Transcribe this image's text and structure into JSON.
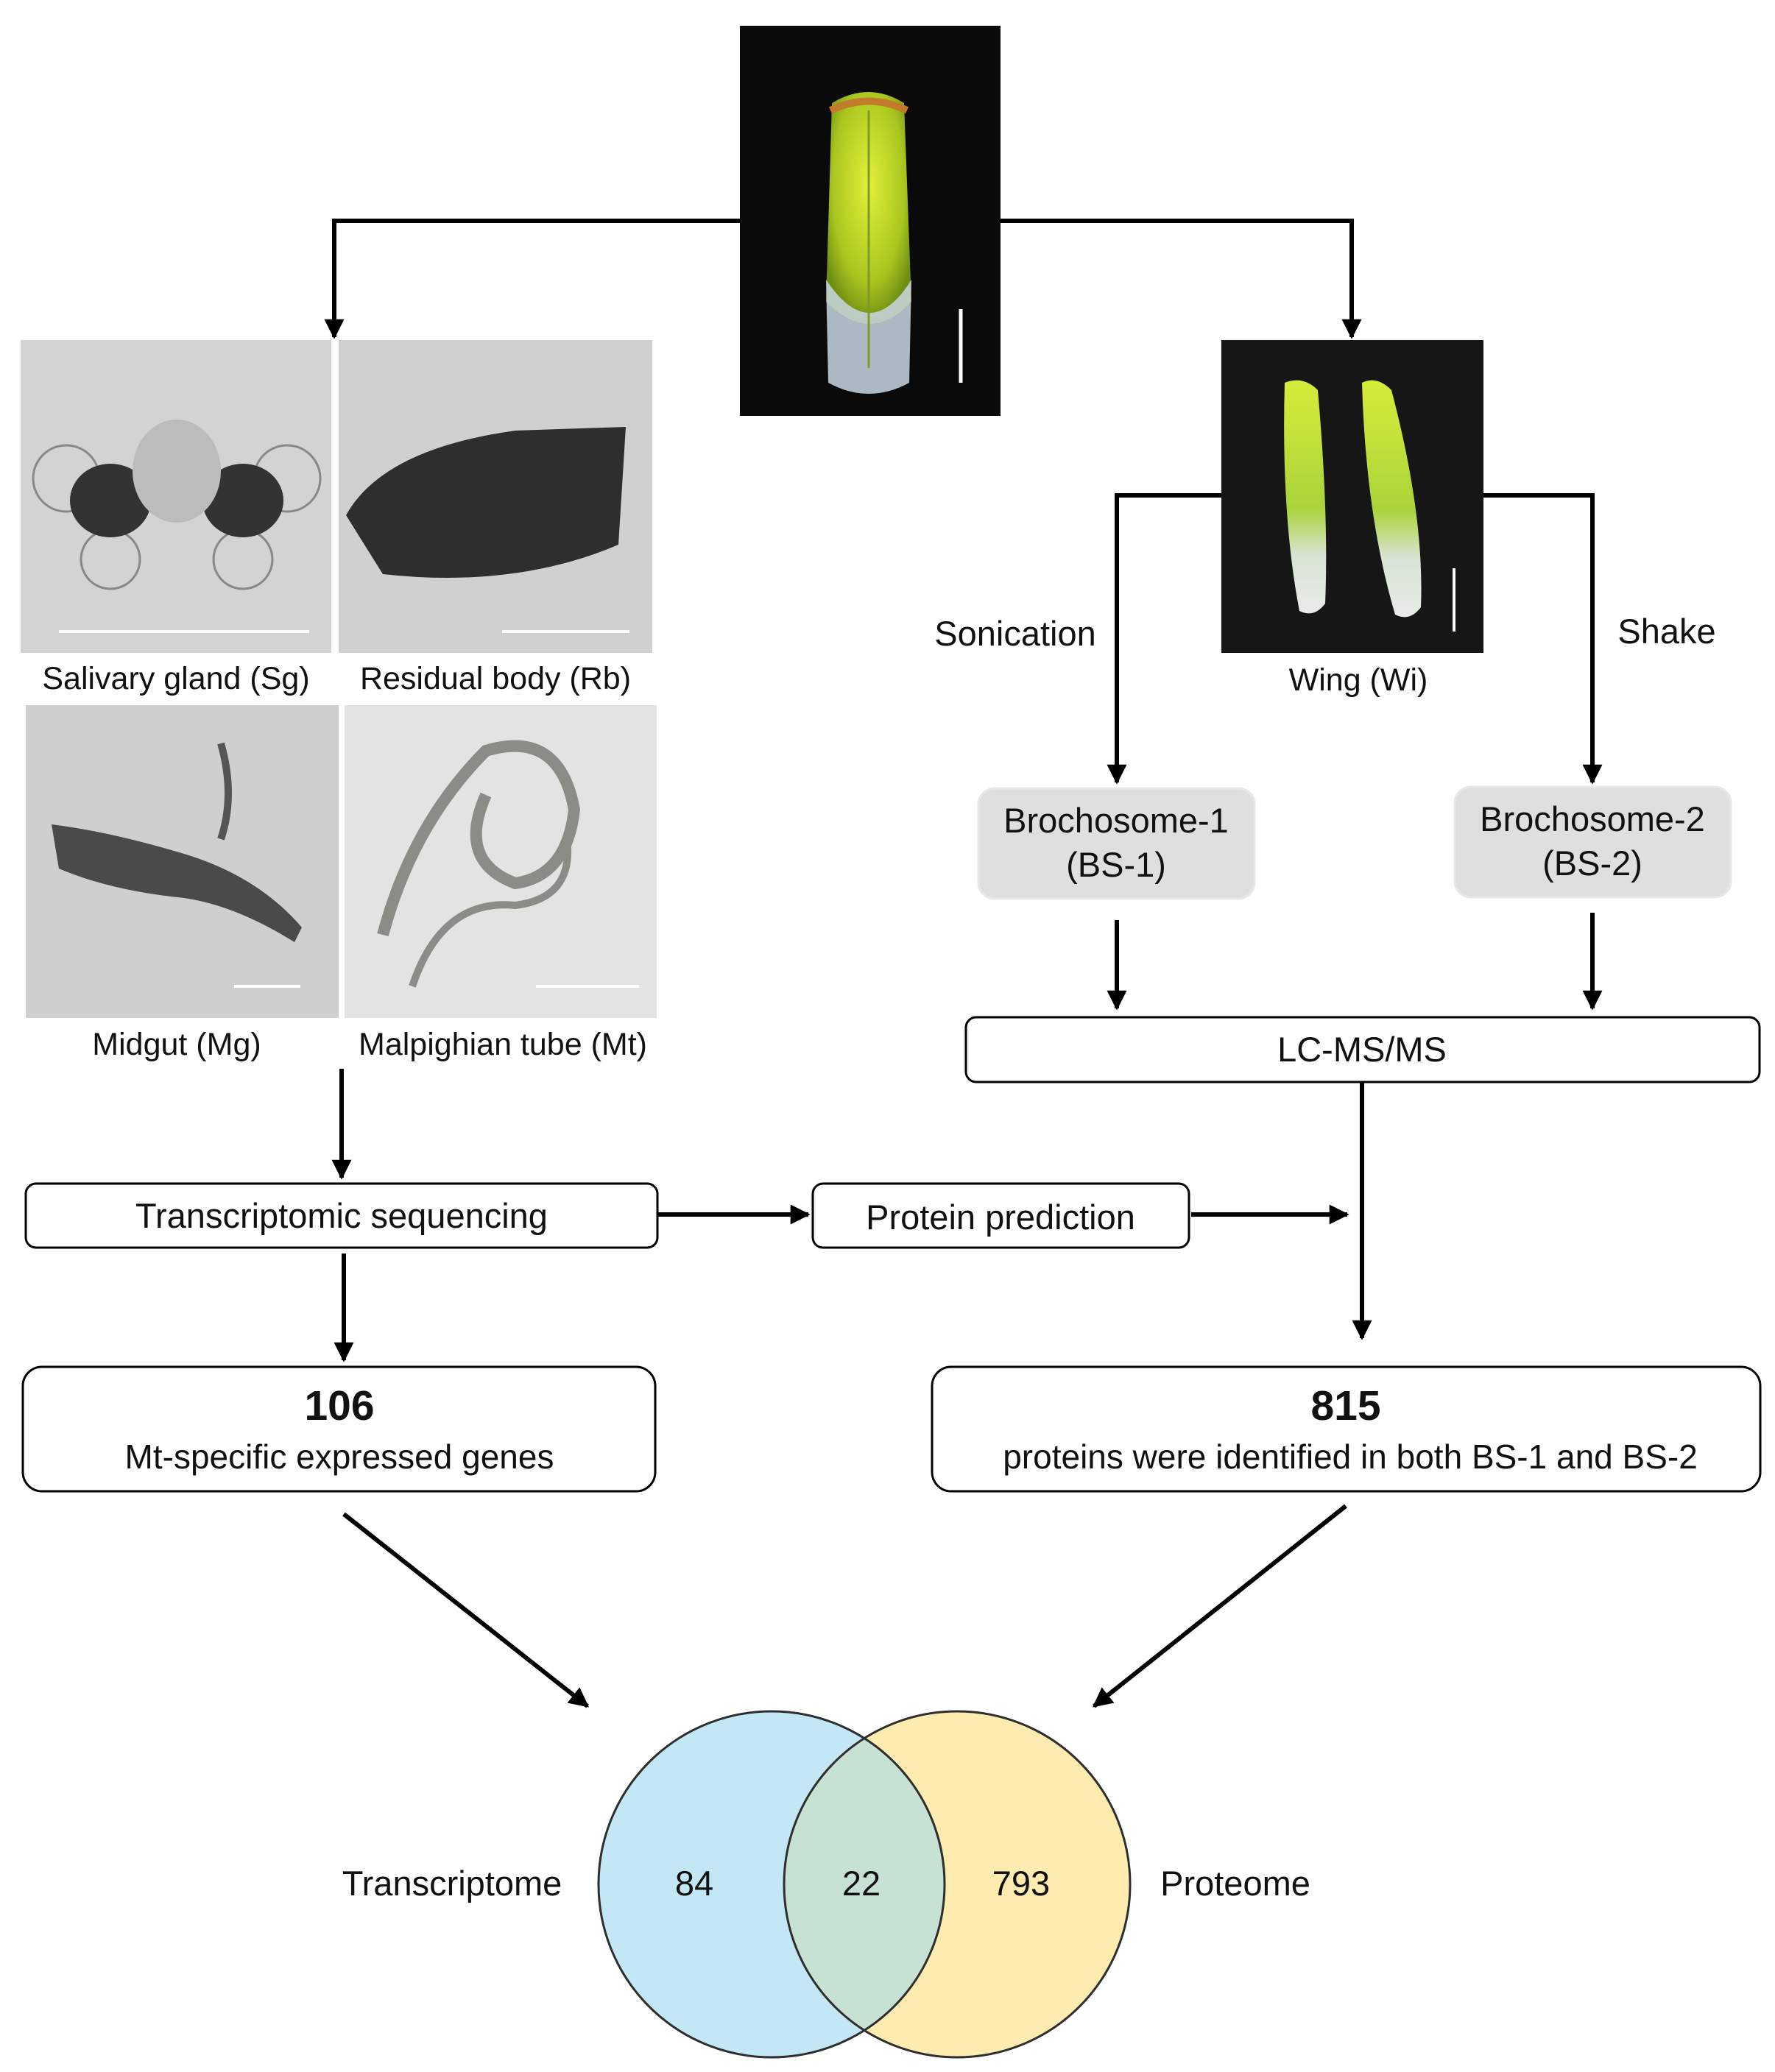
{
  "tissues": {
    "sg": "Salivary gland (Sg)",
    "rb": "Residual body (Rb)",
    "mg": "Midgut (Mg)",
    "mt": "Malpighian tube (Mt)"
  },
  "wing": {
    "label": "Wing (Wi)"
  },
  "methods": {
    "sonication": "Sonication",
    "shake": "Shake"
  },
  "brochosomes": {
    "bs1": {
      "name": "Brochosome-1",
      "abbr": "(BS-1)"
    },
    "bs2": {
      "name": "Brochosome-2",
      "abbr": "(BS-2)"
    }
  },
  "lcms": "LC-MS/MS",
  "transcriptomic": "Transcriptomic sequencing",
  "protein_prediction": "Protein prediction",
  "results": {
    "genes": {
      "count": "106",
      "text": "Mt-specific expressed genes"
    },
    "proteins": {
      "count": "815",
      "text": "proteins were identified in both BS-1 and BS-2"
    }
  },
  "venn": {
    "left_label": "Transcriptome",
    "right_label": "Proteome",
    "left_only": "84",
    "overlap": "22",
    "right_only": "793",
    "left_color": "#c4e7f6",
    "right_color": "#fdebb0",
    "overlap_color": "#c7e2d2"
  }
}
